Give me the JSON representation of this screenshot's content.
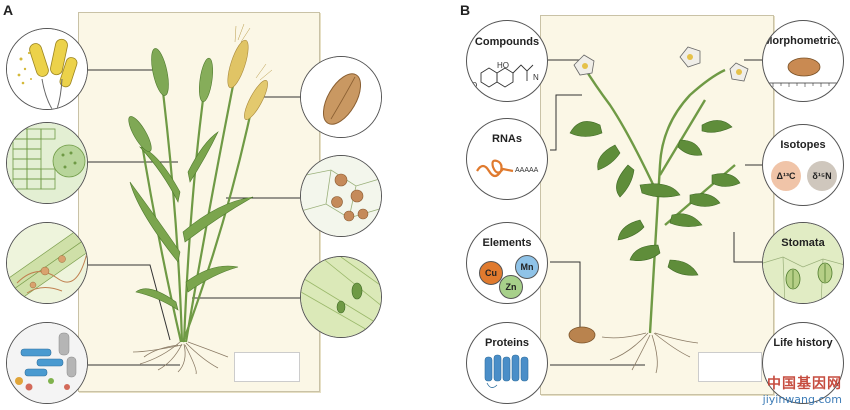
{
  "panels": {
    "a": {
      "letter": "A"
    },
    "b": {
      "letter": "B"
    }
  },
  "callouts_b": {
    "compounds": {
      "title": "Compounds",
      "labels": [
        "HO",
        "N",
        "O"
      ]
    },
    "morphometrics": {
      "title": "Morphometrics"
    },
    "rnas": {
      "title": "RNAs",
      "tail": "AAAAA"
    },
    "isotopes": {
      "title": "Isotopes",
      "items": [
        "Δ¹³C",
        "δ¹⁵N"
      ]
    },
    "elements": {
      "title": "Elements",
      "items": [
        "Cu",
        "Mn",
        "Zn"
      ]
    },
    "stomata": {
      "title": "Stomata"
    },
    "proteins": {
      "title": "Proteins"
    },
    "life_history": {
      "title": "Life history"
    }
  },
  "watermark": {
    "line1": "中国基因网",
    "line2": "jiyinwang.com"
  },
  "colors": {
    "sheet": "#fbf7e6",
    "stem_green": "#6f9a45",
    "leaf_green": "#5f8d3a",
    "wheat_gold": "#e0c465",
    "tuber_brown": "#b9834e",
    "cu": "#e07a2e",
    "mn": "#8fc3e8",
    "zn": "#a7d08a",
    "isotope_c": "#f0c4a8",
    "isotope_n": "#cfc7bd",
    "protein_blue": "#4a8ec8"
  }
}
